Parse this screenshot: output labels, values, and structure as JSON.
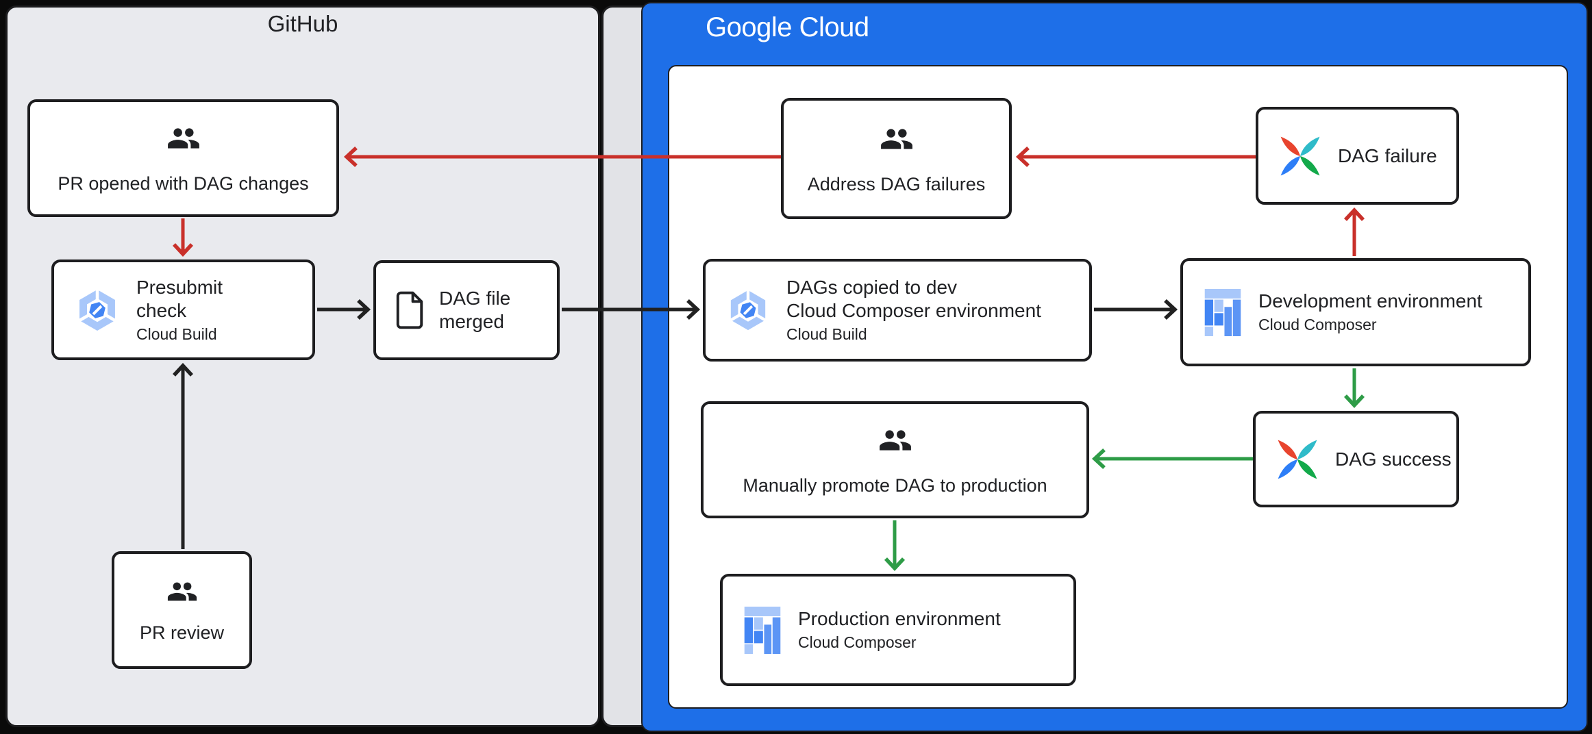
{
  "sections": {
    "github": {
      "title": "GitHub"
    },
    "google_cloud": {
      "title": "Google Cloud"
    }
  },
  "nodes": {
    "pr_opened": {
      "label": "PR opened with DAG changes",
      "icon": "people-icon"
    },
    "presubmit": {
      "label_lines": [
        "Presubmit",
        "check"
      ],
      "sublabel": "Cloud Build",
      "icon": "cloud-build-icon"
    },
    "dag_file_merged": {
      "label_lines": [
        "DAG file",
        "merged"
      ],
      "icon": "file-icon"
    },
    "pr_review": {
      "label": "PR review",
      "icon": "people-icon"
    },
    "address_failures": {
      "label": "Address DAG failures",
      "icon": "people-icon"
    },
    "dag_failure": {
      "label": "DAG failure",
      "icon": "airflow-icon"
    },
    "dags_copied": {
      "label_lines": [
        "DAGs copied to dev",
        "Cloud Composer environment"
      ],
      "sublabel": "Cloud Build",
      "icon": "cloud-build-icon"
    },
    "dev_env": {
      "label": "Development environment",
      "sublabel": "Cloud Composer",
      "icon": "cloud-composer-icon"
    },
    "promote": {
      "label": "Manually promote DAG to production",
      "icon": "people-icon"
    },
    "dag_success": {
      "label": "DAG success",
      "icon": "airflow-icon"
    },
    "prod_env": {
      "label": "Production environment",
      "sublabel": "Cloud Composer",
      "icon": "cloud-composer-icon"
    }
  },
  "edges": [
    {
      "from": "dag_failure",
      "to": "address_failures",
      "color": "red"
    },
    {
      "from": "address_failures",
      "to": "pr_opened",
      "color": "red"
    },
    {
      "from": "pr_opened",
      "to": "presubmit",
      "color": "red"
    },
    {
      "from": "dev_env",
      "to": "dag_failure",
      "color": "red"
    },
    {
      "from": "presubmit",
      "to": "dag_file_merged",
      "color": "black"
    },
    {
      "from": "dag_file_merged",
      "to": "dags_copied",
      "color": "black"
    },
    {
      "from": "dags_copied",
      "to": "dev_env",
      "color": "black"
    },
    {
      "from": "pr_review",
      "to": "presubmit",
      "color": "black"
    },
    {
      "from": "dev_env",
      "to": "dag_success",
      "color": "green"
    },
    {
      "from": "dag_success",
      "to": "promote",
      "color": "green"
    },
    {
      "from": "promote",
      "to": "prod_env",
      "color": "green"
    }
  ],
  "colors": {
    "canvas_bg": "#0a0a0a",
    "github_bg": "#E9EAEE",
    "strip_bg": "#E2E3E7",
    "gcp_bg": "#1E6FE8",
    "panel_white": "#FFFFFF",
    "node_border": "#1D1D1F",
    "text": "#202124",
    "arrow_red": "#C9302A",
    "arrow_green": "#2E9C47",
    "arrow_black": "#212121",
    "build_light": "#A8C7FA",
    "build_blue": "#4285F4",
    "composer_light": "#A8C7FA",
    "composer_blue": "#4285F4",
    "composer_blue2": "#5C95F5",
    "airflow_red": "#E8442E",
    "airflow_teal": "#2FBBC9",
    "airflow_green": "#13A94A",
    "airflow_blue": "#2D7EF7",
    "icon_dark": "#202124"
  }
}
